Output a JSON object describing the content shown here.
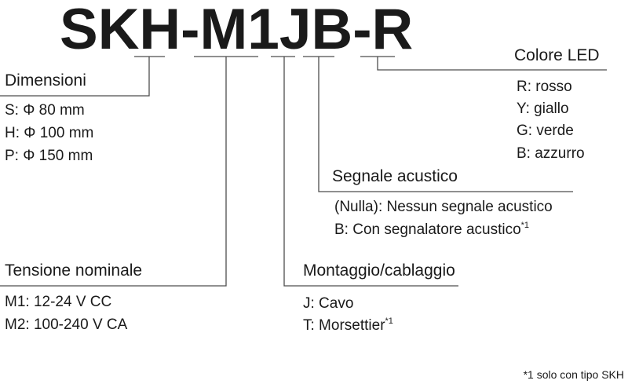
{
  "code": {
    "parts": [
      "S",
      "K",
      "H",
      "-",
      "M",
      "1",
      "J",
      "B",
      "-",
      "R"
    ]
  },
  "groups": {
    "dimensions": {
      "title": "Dimensioni",
      "options": [
        "S: Φ 80 mm",
        "H: Φ 100 mm",
        "P: Φ 150 mm"
      ]
    },
    "voltage": {
      "title": "Tensione nominale",
      "options": [
        "M1: 12-24 V CC",
        "M2: 100-240 V CA"
      ]
    },
    "mounting": {
      "title": "Montaggio/cablaggio",
      "options": [
        {
          "text": "J: Cavo",
          "sup": ""
        },
        {
          "text": "T: Morsettier",
          "sup": "*1"
        }
      ]
    },
    "buzzer": {
      "title": "Segnale acustico",
      "options": [
        {
          "text": "(Nulla): Nessun segnale acustico",
          "sup": ""
        },
        {
          "text": "B: Con segnalatore acustico",
          "sup": "*1"
        }
      ]
    },
    "led": {
      "title": "Colore LED",
      "options": [
        "R: rosso",
        "Y: giallo",
        "G: verde",
        "B: azzurro"
      ]
    }
  },
  "footnote": "*1 solo con tipo SKH"
}
